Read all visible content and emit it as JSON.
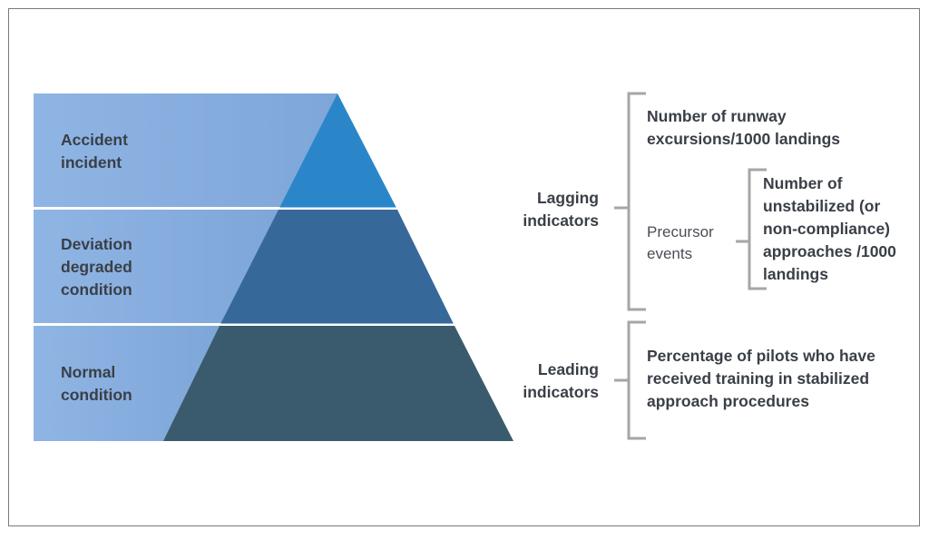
{
  "colors": {
    "band_light": "#8eb4e3",
    "band_light_2": "#7fa7d9",
    "tier_top": "#2a86c8",
    "tier_middle": "#37689a",
    "tier_bottom": "#3a5b6e",
    "bracket": "#a6a6a6",
    "text": "#3a3f47"
  },
  "levels": [
    {
      "label": "Accident\nincident"
    },
    {
      "label": "Deviation\ndegraded\ncondition"
    },
    {
      "label": "Normal\ncondition"
    }
  ],
  "indicators": {
    "lagging": {
      "label": "Lagging\nindicators",
      "items": {
        "runway": "Number of runway\nexcursions/1000 landings",
        "precursor_label": "Precursor\nevents",
        "precursor_detail": "Number of\nunstabilized (or\nnon-compliance)\napproaches /1000\nlandings"
      }
    },
    "leading": {
      "label": "Leading\nindicators",
      "items": {
        "training": "Percentage of pilots who have\nreceived training in stabilized\napproach procedures"
      }
    }
  }
}
